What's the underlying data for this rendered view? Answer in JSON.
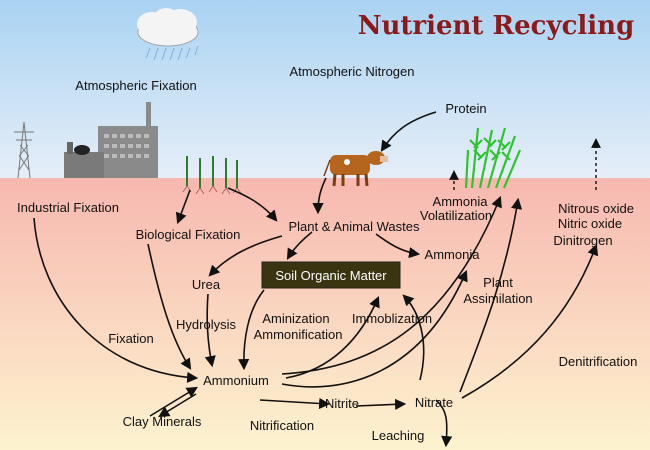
{
  "title": "Nutrient Recycling",
  "labels": {
    "atmospheric_fixation": "Atmospheric Fixation",
    "atmospheric_nitrogen": "Atmospheric Nitrogen",
    "protein": "Protein",
    "industrial_fixation": "Industrial Fixation",
    "biological_fixation": "Biological Fixation",
    "plant_animal_wastes": "Plant & Animal Wastes",
    "ammonia_volatilization_1": "Ammonia",
    "ammonia_volatilization_2": "Volatilization",
    "nitrous_oxide": "Nitrous oxide",
    "nitric_oxide": "Nitric oxide",
    "dinitrogen": "Dinitrogen",
    "ammonia": "Ammonia",
    "soil_organic_matter": "Soil Organic Matter",
    "urea": "Urea",
    "plant": "Plant",
    "assimilation": "Assimilation",
    "fixation": "Fixation",
    "hydrolysis": "Hydrolysis",
    "aminization": "Aminization",
    "ammonification": "Ammonification",
    "immoblization": "Immoblization",
    "denitrification": "Denitrification",
    "ammonium": "Ammonium",
    "nitrite": "Nitrite",
    "nitrate": "Nitrate",
    "clay_minerals": "Clay Minerals",
    "nitrification": "Nitrification",
    "leaching": "Leaching"
  },
  "colors": {
    "sky_top": "#a9d3f2",
    "sky_bottom": "#e6eef8",
    "soil_top": "#f7b8b0",
    "soil_bottom": "#fdf3cf",
    "title": "#8b1a1a",
    "som_box": "#3a3410",
    "plant_green": "#2fc42f",
    "cow": "#b5651d",
    "factory": "#7a7a7a"
  }
}
